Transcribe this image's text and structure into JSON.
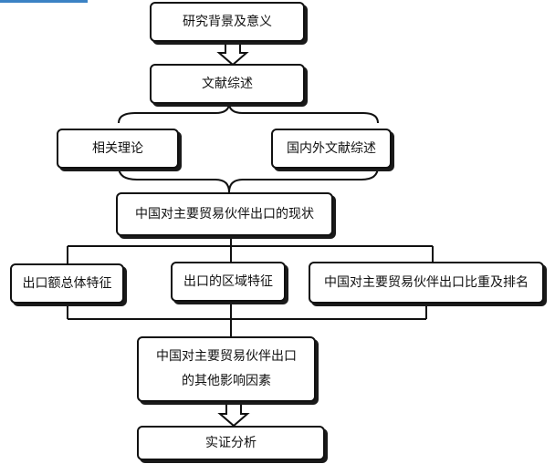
{
  "nodes": {
    "background": "研究背景及意义",
    "literature": "文献综述",
    "theory": "相关理论",
    "review": "国内外文献综述",
    "status": "中国对主要贸易伙伴出口的现状",
    "total": "出口额总体特征",
    "region": "出口的区域特征",
    "ranking": "中国对主要贸易伙伴出口比重及排名",
    "factors_line1": "中国对主要贸易伙伴出口",
    "factors_line2": "的其他影响因素",
    "empirical": "实证分析"
  },
  "colors": {
    "stroke": "#111111",
    "accent": "#3b82c4"
  }
}
